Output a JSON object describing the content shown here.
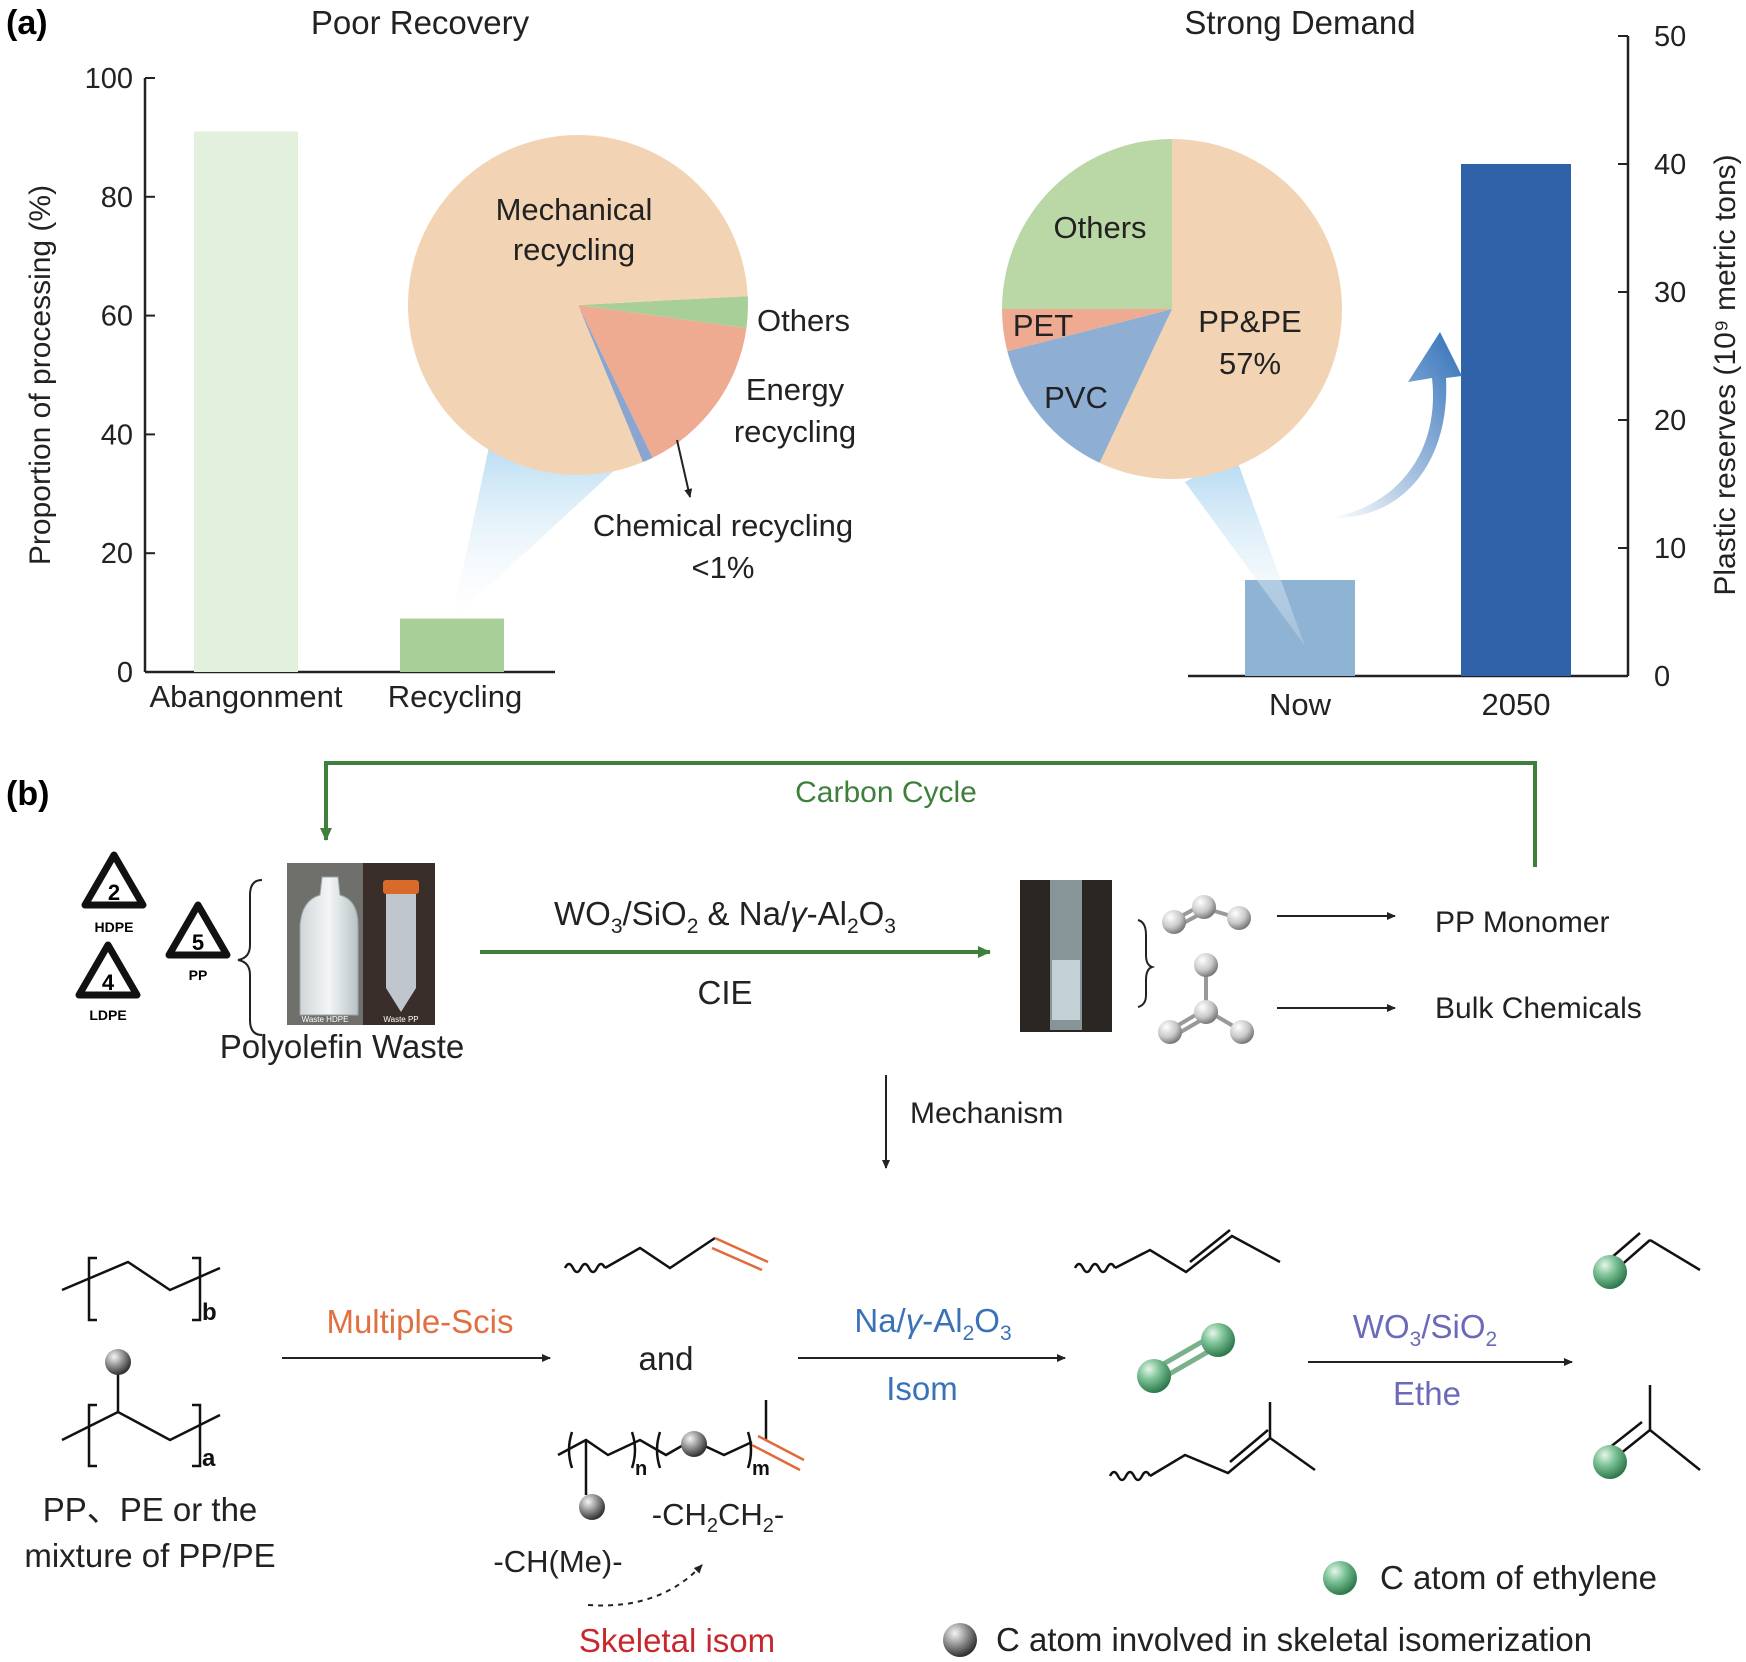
{
  "panel_a": {
    "label": "(a)",
    "left_chart": {
      "title": "Poor Recovery",
      "ylabel": "Proportion of processing (%)",
      "y_ticks": [
        "0",
        "20",
        "40",
        "60",
        "80",
        "100"
      ],
      "categories": [
        "Abangonment",
        "Recycling"
      ],
      "values": [
        91,
        9
      ],
      "ylim": [
        0,
        100
      ],
      "colors": [
        "#e4f0de",
        "#a8cf98"
      ],
      "pie": {
        "slices": [
          {
            "label": "Mechanical recycling",
            "value": 80,
            "color": "#f2d4b4"
          },
          {
            "label": "Others",
            "value": 3,
            "color": "#a9cf98"
          },
          {
            "label": "Energy recycling",
            "value": 15.5,
            "color": "#efaa92"
          },
          {
            "label": "Chemical recycling <1%",
            "value": 1,
            "color": "#8aa6d0"
          }
        ],
        "labels": {
          "mechanical_1": "Mechanical",
          "mechanical_2": "recycling",
          "others": "Others",
          "energy_1": "Energy",
          "energy_2": "recycling",
          "chemical_1": "Chemical recycling",
          "chemical_2": "<1%"
        }
      }
    },
    "right_chart": {
      "title": "Strong Demand",
      "ylabel": "Plastic reserves (10⁹ metric tons)",
      "y_ticks": [
        "0",
        "10",
        "20",
        "30",
        "40",
        "50"
      ],
      "categories": [
        "Now",
        "2050"
      ],
      "values": [
        7.5,
        40
      ],
      "ylim": [
        0,
        50
      ],
      "colors": [
        "#8fb3d3",
        "#2f62a8"
      ],
      "pie": {
        "slices": [
          {
            "label": "PP&PE 57%",
            "value": 57,
            "color": "#f2d4b4"
          },
          {
            "label": "PVC",
            "value": 14,
            "color": "#8eaed4"
          },
          {
            "label": "PET",
            "value": 4,
            "color": "#efaa92"
          },
          {
            "label": "Others",
            "value": 25,
            "color": "#bad7a6"
          }
        ],
        "labels": {
          "others": "Others",
          "pet": "PET",
          "pvc": "PVC",
          "pppe_1": "PP&PE",
          "pppe_2": "57%"
        }
      }
    }
  },
  "panel_b": {
    "label": "(b)",
    "carbon_cycle": "Carbon Cycle",
    "recycle_codes": [
      {
        "number": "2",
        "name": "HDPE"
      },
      {
        "number": "4",
        "name": "LDPE"
      },
      {
        "number": "5",
        "name": "PP"
      }
    ],
    "photo_captions": [
      "Waste HDPE",
      "Waste PP"
    ],
    "waste_label": "Polyolefin Waste",
    "catalyst_label": "WO3/SiO2 & Na/γ-Al2O3",
    "process_label": "CIE",
    "products": [
      "PP Monomer",
      "Bulk Chemicals"
    ],
    "mechanism_label": "Mechanism",
    "feed_label_1": "PP、PE or the",
    "feed_label_2": "mixture of PP/PE",
    "subscript_b": "b",
    "subscript_a": "a",
    "subscript_n": "n",
    "subscript_m": "m",
    "step1_label": "Multiple-Scis",
    "and_label": "and",
    "step2_catalyst": "Na/γ-Al2O3",
    "step2_label": "Isom",
    "step3_catalyst": "WO3/SiO2",
    "step3_label": "Ethe",
    "ch2ch2_label": "-CH2CH2-",
    "chme_label": "-CH(Me)-",
    "skeletal_label": "Skeletal isom",
    "legend": [
      {
        "label": "C atom of ethylene",
        "color": "#5aa877"
      },
      {
        "label": "C atom involved in skeletal isomerization",
        "color": "#555555"
      }
    ],
    "colors": {
      "carbon_cycle": "#3f7f3c",
      "step1": "#e07040",
      "step2": "#3a72b8",
      "step3": "#6a6ab8",
      "skeletal": "#c8282d",
      "double_bond": "#e06a3a"
    }
  }
}
